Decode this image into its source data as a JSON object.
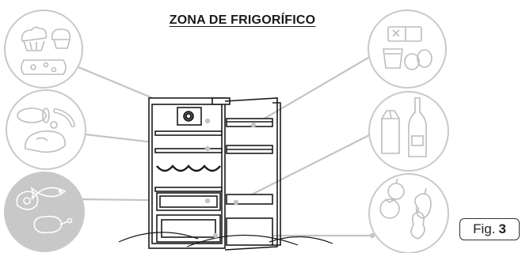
{
  "title": "ZONA DE FRIGORÍFICO",
  "figure": {
    "prefix": "Fig.",
    "number": "3"
  },
  "colors": {
    "circle_stroke": "#c9c9c9",
    "icon_stroke": "#bdbdbd",
    "leader_line": "#c4c4c4",
    "highlight_fill": "#c8c8c8",
    "fridge_stroke": "#1a1a1a"
  },
  "zones": [
    {
      "id": "dairy-cakes",
      "side": "left",
      "icons": [
        "cupcake-icon",
        "muffin-icon",
        "cheese-icon"
      ]
    },
    {
      "id": "meats-sausages",
      "side": "left",
      "icons": [
        "salami-icon",
        "sausage-icon",
        "ham-icon"
      ]
    },
    {
      "id": "fish-poultry",
      "side": "left",
      "highlighted": true,
      "icons": [
        "fish-icon",
        "meat-steak-icon",
        "chicken-icon"
      ]
    },
    {
      "id": "dairy-eggs",
      "side": "right",
      "icons": [
        "butter-icon",
        "yogurt-icon",
        "egg-icon"
      ]
    },
    {
      "id": "drinks",
      "side": "right",
      "icons": [
        "milk-carton-icon",
        "bottle-icon"
      ]
    },
    {
      "id": "fruit-veg",
      "side": "right",
      "icons": [
        "tomato-icon",
        "pepper-icon",
        "apple-icon",
        "pear-icon"
      ]
    }
  ]
}
